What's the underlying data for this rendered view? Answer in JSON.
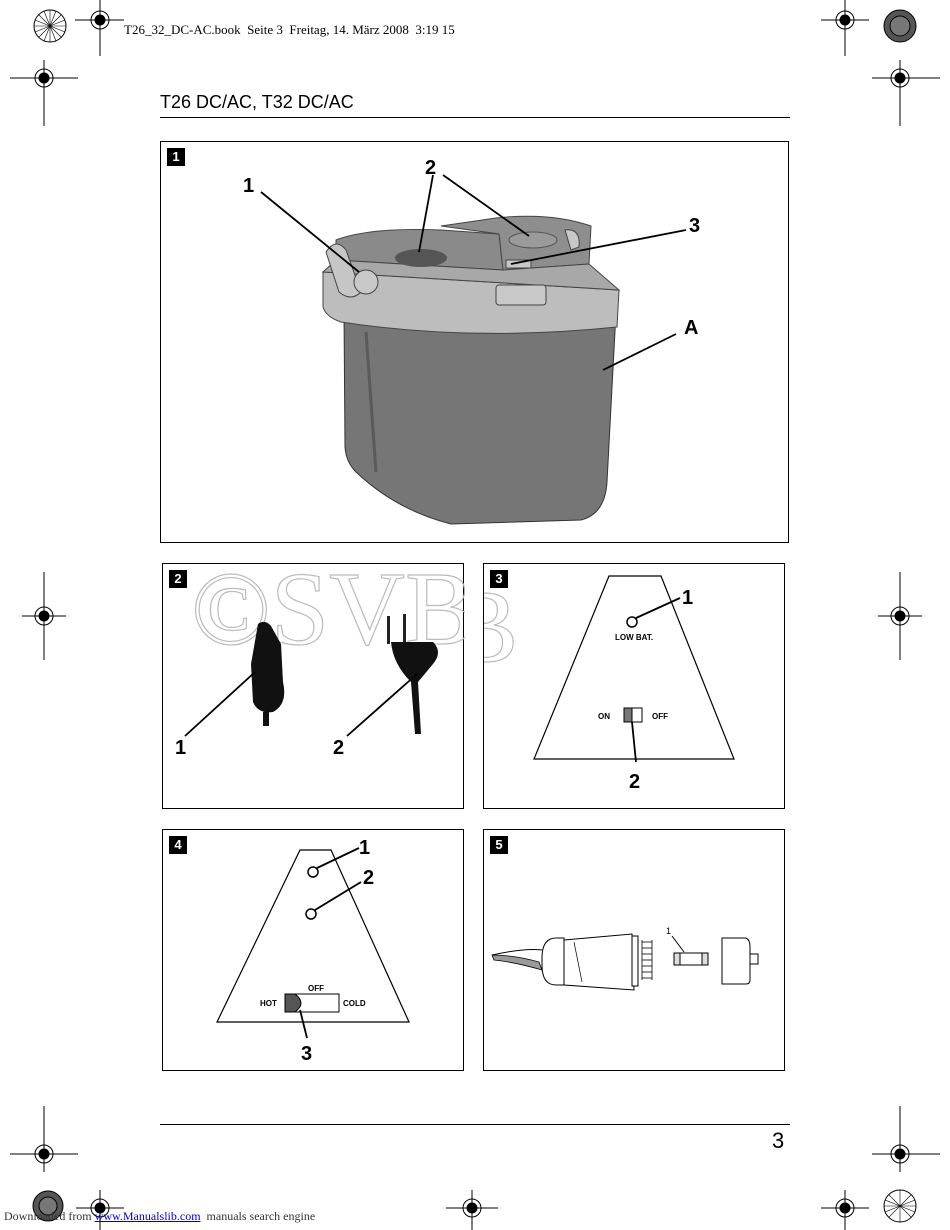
{
  "header": {
    "book_line": "T26_32_DC-AC.book  Seite 3  Freitag, 14. März 2008  3:19 15",
    "title": "T26 DC/AC, T32 DC/AC"
  },
  "figures": [
    {
      "tag": "1",
      "callouts": [
        "1",
        "2",
        "3",
        "A"
      ]
    },
    {
      "tag": "2",
      "callouts": [
        "1",
        "2"
      ],
      "watermark": "©SVB"
    },
    {
      "tag": "3",
      "callouts": [
        "1",
        "2"
      ],
      "labels": {
        "low_bat": "LOW BAT.",
        "on": "ON",
        "off": "OFF"
      }
    },
    {
      "tag": "4",
      "callouts": [
        "1",
        "2",
        "3"
      ],
      "labels": {
        "off": "OFF",
        "hot": "HOT",
        "cold": "COLD"
      }
    },
    {
      "tag": "5",
      "callouts": [
        "1"
      ]
    }
  ],
  "footer": {
    "page_number": "3",
    "prefix": "Downloaded from ",
    "link": "www.Manualslib.com",
    "suffix": "  manuals search engine"
  }
}
